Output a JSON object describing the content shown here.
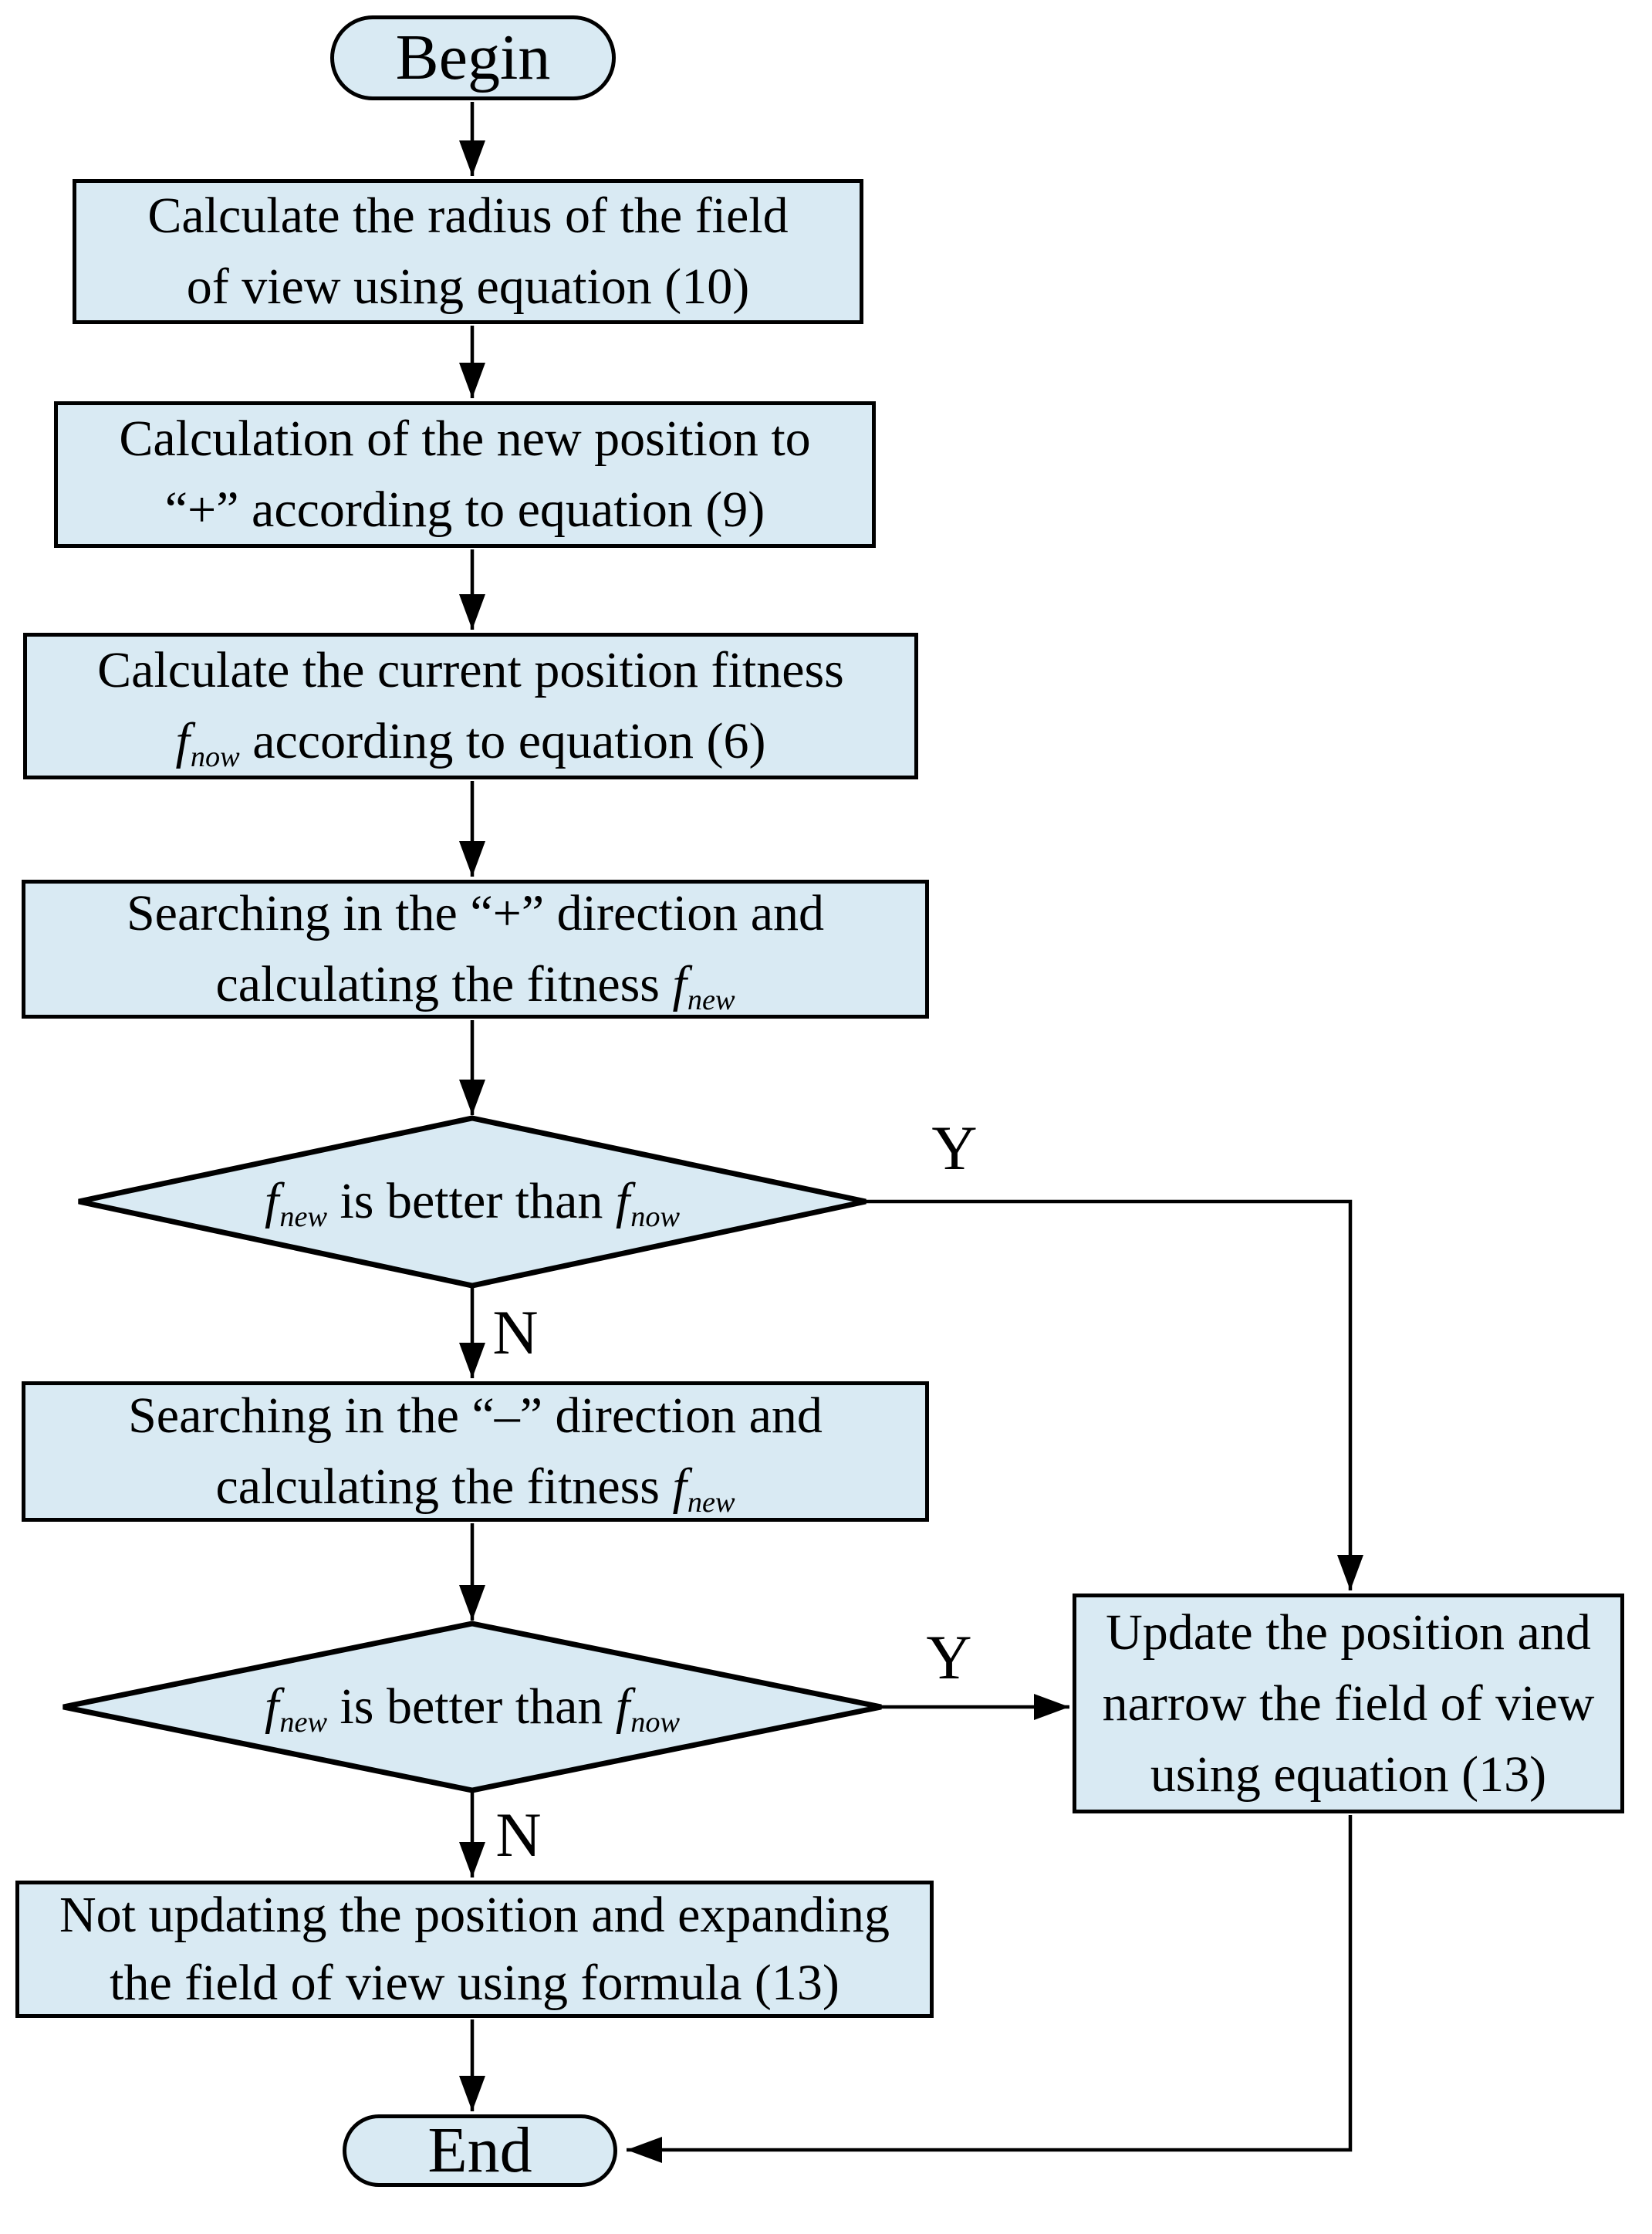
{
  "flowchart": {
    "background_color": "#ffffff",
    "node_fill_color": "#d9eaf3",
    "line_color": "#000000",
    "nodes": {
      "begin": {
        "label": "Begin"
      },
      "calc_radius": {
        "line1": "Calculate the radius of the field",
        "line2": "of view using equation (10)"
      },
      "calc_new_position": {
        "line1": "Calculation of the new position to",
        "line2": "“+” according to equation (9)"
      },
      "calc_current_fitness": {
        "line1": "Calculate the current position fitness",
        "f_var": "f",
        "f_sub": "now",
        "line2_rest": " according to equation (6)"
      },
      "search_plus": {
        "line1": "Searching in the “+” direction and",
        "line2_lead": "calculating the fitness ",
        "f_var": "f",
        "f_sub": "new"
      },
      "decision1": {
        "f1_var": "f",
        "f1_sub": "new",
        "middle": " is better than ",
        "f2_var": "f",
        "f2_sub": "now"
      },
      "search_minus": {
        "line1": "Searching in the “–” direction and",
        "line2_lead": "calculating the fitness ",
        "f_var": "f",
        "f_sub": "new"
      },
      "decision2": {
        "f1_var": "f",
        "f1_sub": "new",
        "middle": " is better than ",
        "f2_var": "f",
        "f2_sub": "now"
      },
      "update_position": {
        "line1": "Update the position and",
        "line2": "narrow the field of view",
        "line3": "using equation (13)"
      },
      "not_updating": {
        "line1": "Not updating the position and expanding",
        "line2": "the field of view using formula (13)"
      },
      "end": {
        "label": "End"
      }
    },
    "edge_labels": {
      "decision1_yes": "Y",
      "decision1_no": "N",
      "decision2_yes": "Y",
      "decision2_no": "N"
    }
  }
}
